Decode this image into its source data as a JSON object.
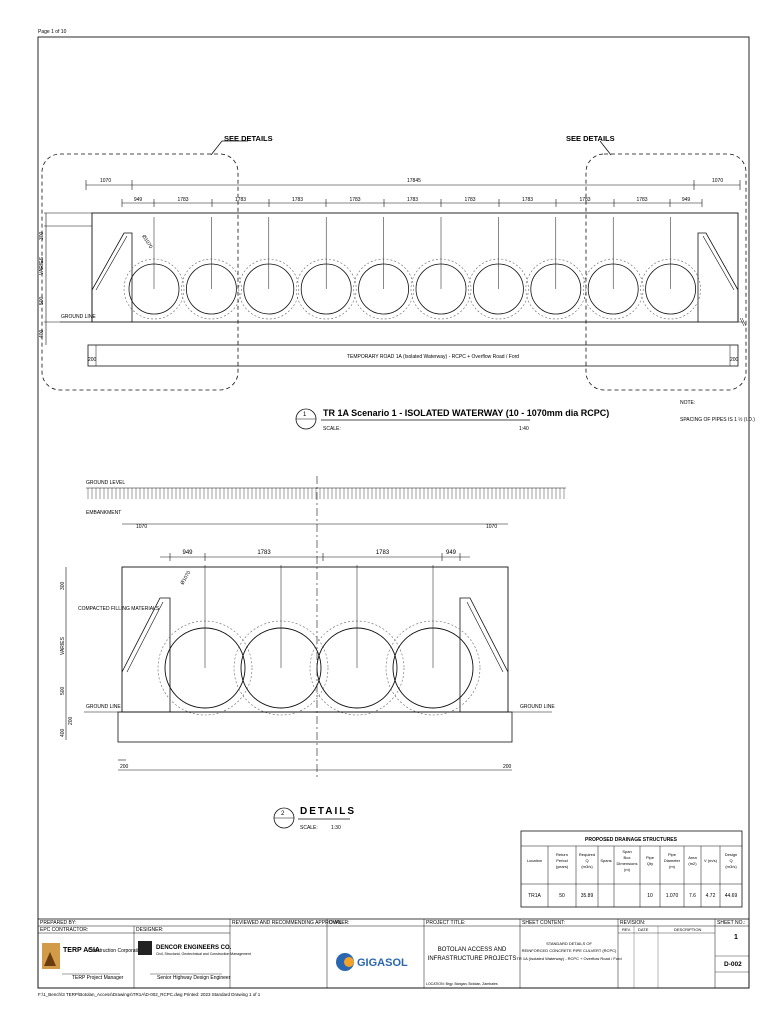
{
  "top_left_stamp": "Page 1 of 10",
  "section1": {
    "see_details_left": "SEE DETAILS",
    "see_details_right": "SEE DETAILS",
    "overall_dim": "17845",
    "end_dim_left": "1070",
    "end_dim_right": "1070",
    "spacing_dims": [
      "949",
      "1783",
      "1783",
      "1783",
      "1783",
      "1783",
      "1783",
      "1783",
      "1783",
      "1783",
      "949"
    ],
    "pipe_dia_label": "Ø1070",
    "ground_line": "GROUND LINE",
    "road_label": "TEMPORARY ROAD 1A (Isolated Waterway) - RCPC + Overflow Road / Ford",
    "small_dim_200_left": "200",
    "small_dim_200_right": "200",
    "title_number": "1",
    "title": "TR 1A Scenario 1 - ISOLATED WATERWAY (10 - 1070mm dia RCPC)",
    "scale_label": "SCALE:",
    "scale_value": "1:40",
    "note_title": "NOTE:",
    "note_text": "SPACING OF PIPES IS 1 ½ (I.D.)"
  },
  "section2": {
    "ground_level": "GROUND LEVEL",
    "embankment": "EMBANKMENT",
    "end_dim_left": "1070",
    "end_dim_right": "1070",
    "dims": [
      "949",
      "1783",
      "1783",
      "949"
    ],
    "pipe_dia_label": "Ø1070",
    "compacted_label": "COMPACTED FILLING MATERIALS",
    "ground_line_left": "GROUND LINE",
    "ground_line_right": "GROUND LINE",
    "vert_dims": [
      "300",
      "VARIES",
      "500",
      "200",
      "400"
    ],
    "small_dim_200_left": "200",
    "small_dim_200_right": "200",
    "title_number": "2",
    "title": "DETAILS",
    "scale_label": "SCALE:",
    "scale_value": "1:30"
  },
  "drainage_table": {
    "title": "PROPOSED DRAINAGE STRUCTURES",
    "headers": [
      "Location",
      "Return Period (years)",
      "Required Q (m3/s)",
      "Spans",
      "Span Box Dimensions (m)",
      "Pipe Qty",
      "Pipe Diameter (m)",
      "Area (m2)",
      "V (m/s)",
      "Design Q (m3/s)"
    ],
    "rows": [
      [
        "TR1A",
        "50",
        "35.89",
        "",
        "",
        "10",
        "1.070",
        "7.6",
        "4.72",
        "44.69"
      ]
    ]
  },
  "title_block": {
    "prepared_by": "PREPARED BY:",
    "epc_contractor": "EPC CONTRACTOR:",
    "contractor_name": "TERP ASIA",
    "contractor_sub": "Construction Corporation",
    "designer": "DESIGNER:",
    "designer_name": "DENCOR ENGINEERS CO.",
    "designer_sub": "Civil, Structural, Geotechnical and Construction Management",
    "contractor_sign": "TERP Project Manager",
    "designer_sign": "Senior Highway Design Engineer",
    "reviewed_by": "REVIEWED AND RECOMMENDING APPROVAL:",
    "owner": "OWNER:",
    "owner_logo": "GIGASOL",
    "project_title_label": "PROJECT TITLE:",
    "project_title": "BOTOLAN ACCESS AND INFRASTRUCTURE PROJECTS",
    "location": "LOCATION:  Brgy. Bangan, Botolan, Zambales",
    "sheet_content_label": "SHEET CONTENT:",
    "sheet_content": "STANDARD DETAILS OF REINFORCED CONCRETE PIPE CULVERT (RCPC)",
    "sheet_content_sub": "TR 1A (Isolated Waterway) - RCPC + Overflow Road / Ford",
    "revision_label": "REVISION:",
    "rev_headers": [
      "REV.",
      "DATE",
      "DESCRIPTION"
    ],
    "sheet_no_label": "SHEET NO.:",
    "sheet_no": "1",
    "drawing_no": "D-002"
  },
  "footer_path": "F:\\1_Bench\\3 TERP\\Botolan_Access\\Drawings\\TR1A\\D-002_RCPC.dwg  Printed: 2023  Standard Drawing 1 of 1"
}
